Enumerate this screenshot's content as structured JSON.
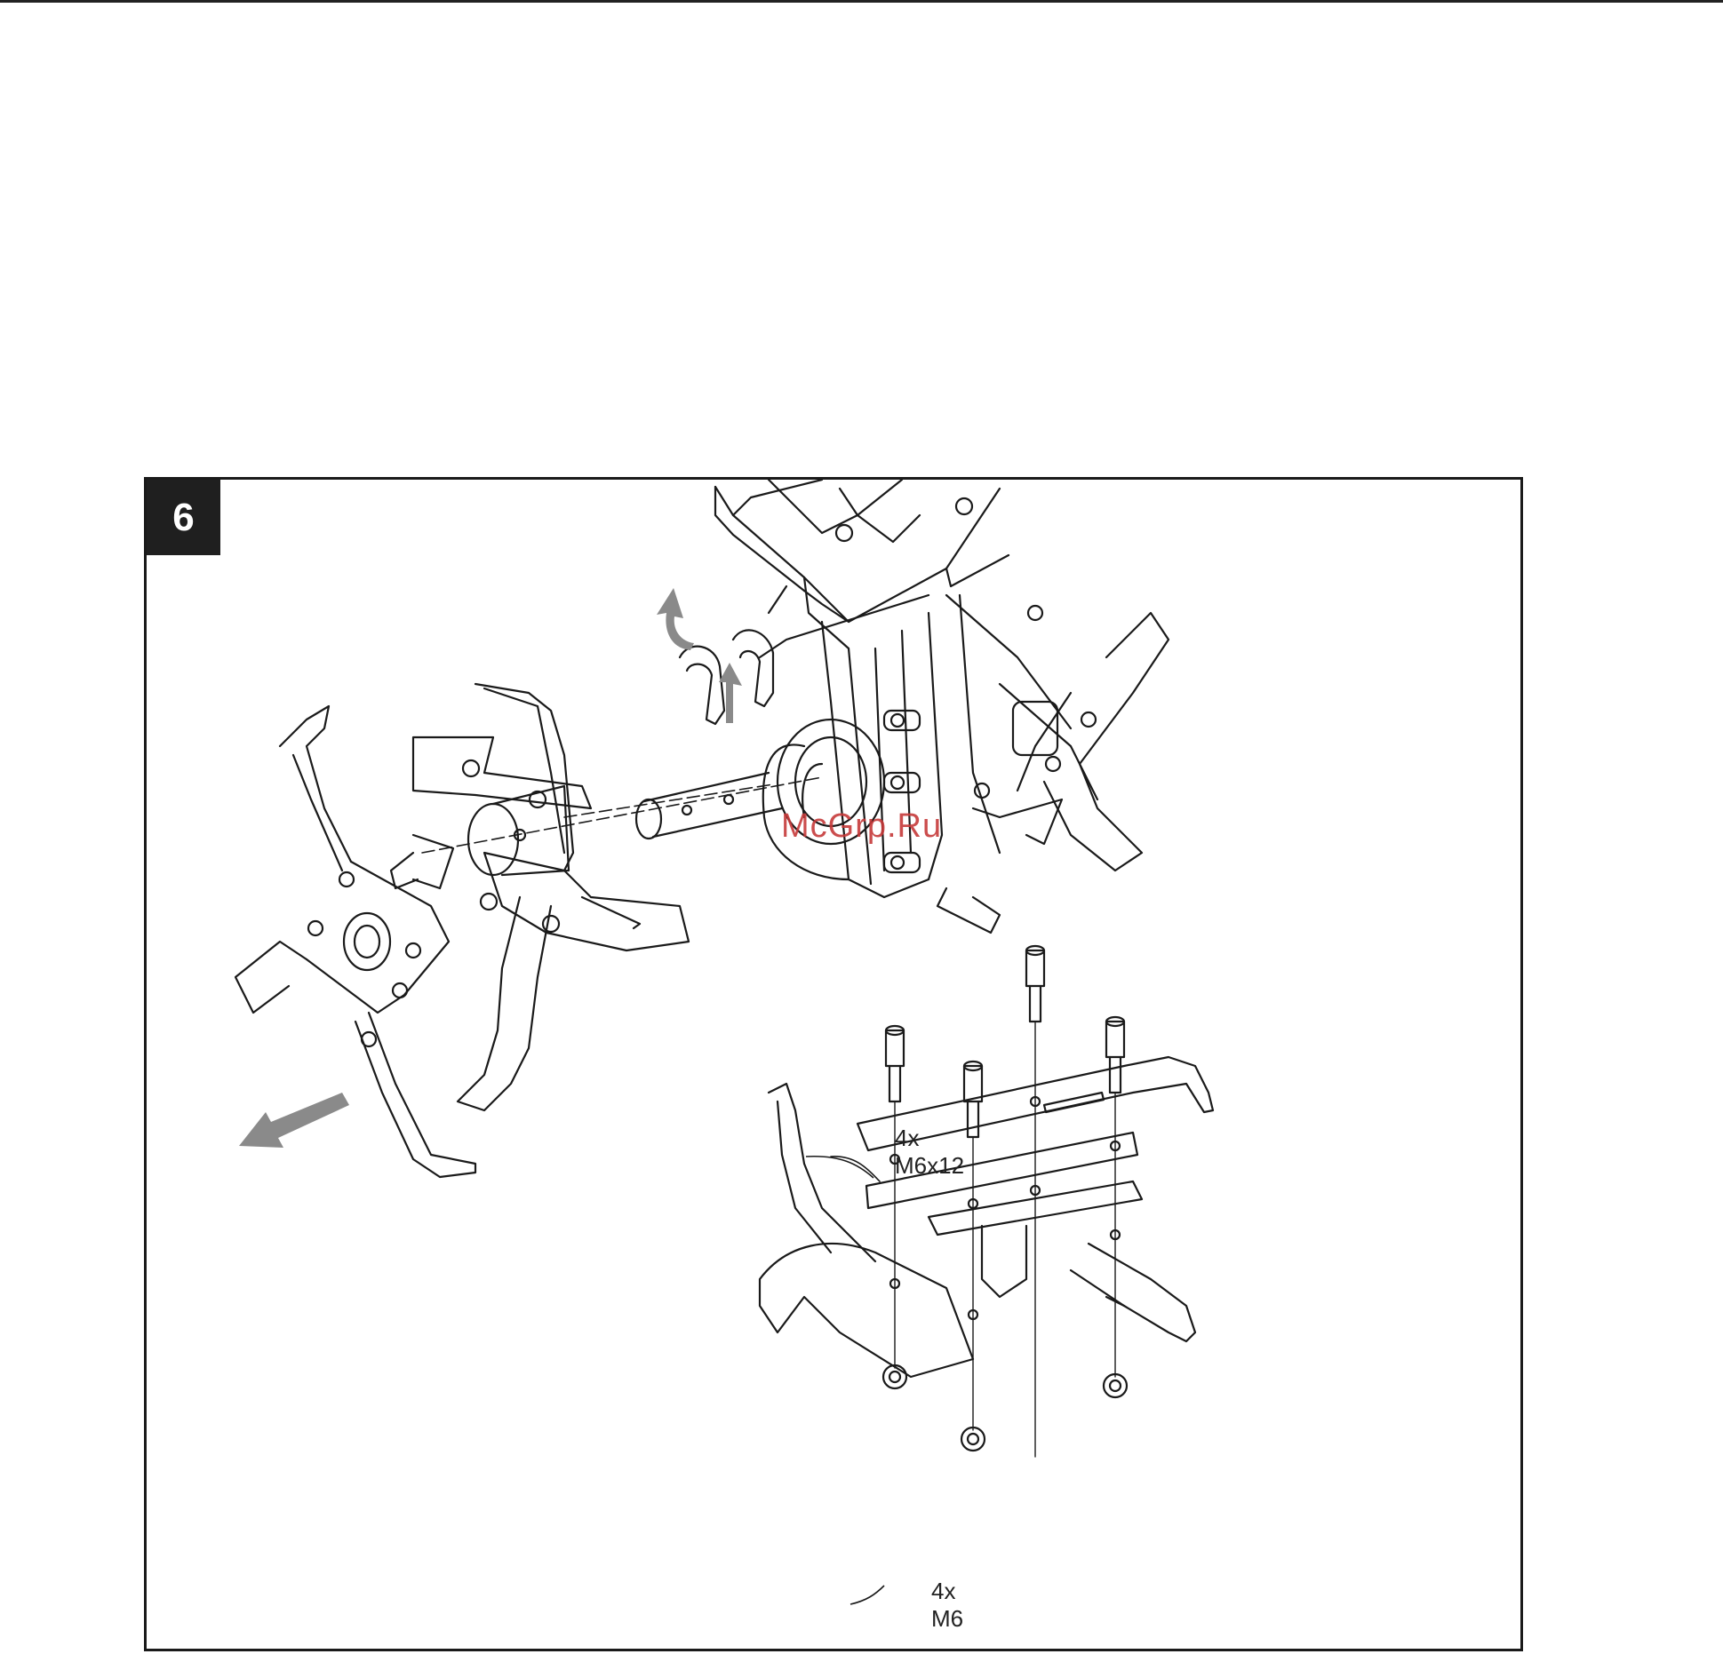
{
  "figure": {
    "number": "6",
    "watermark": "McGrp.Ru",
    "callouts": {
      "screws": {
        "count": "4x",
        "spec": "M6x12"
      },
      "nuts": {
        "count": "4x",
        "spec": "M6"
      }
    },
    "colors": {
      "line": "#1a1a1a",
      "arrow": "#8a8a8a",
      "watermark": "#c63a3a"
    }
  }
}
